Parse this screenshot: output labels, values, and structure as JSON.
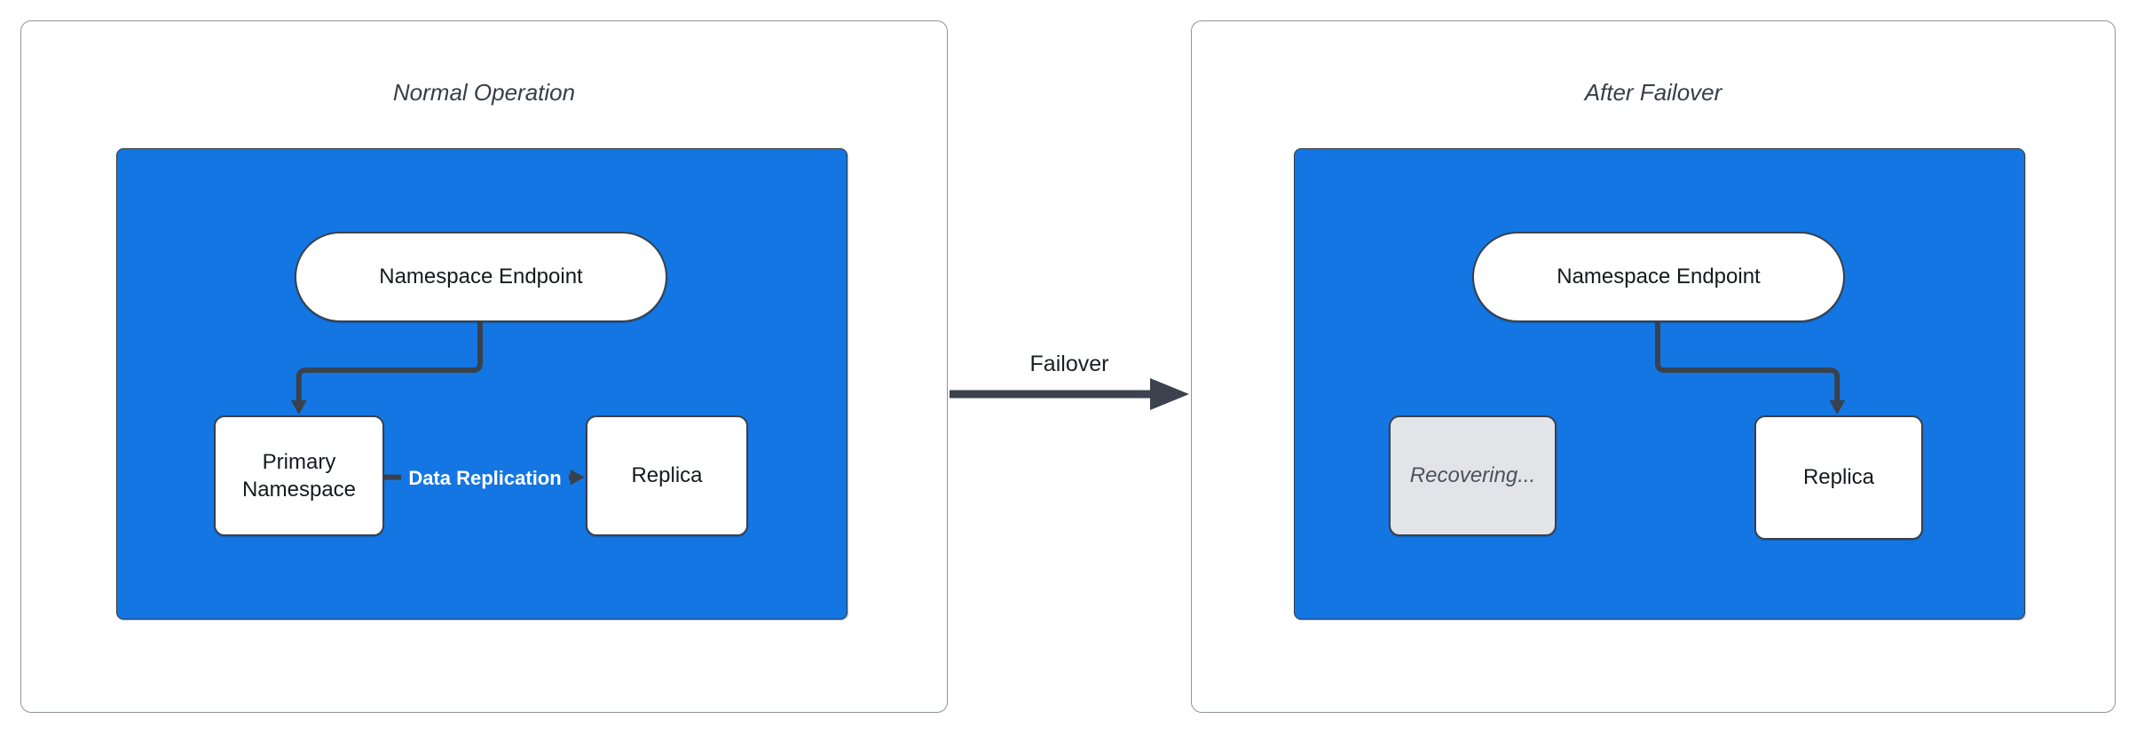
{
  "colors": {
    "cluster_blue": "#1476e2",
    "stroke_dark": "#39414c",
    "panel_border": "#8f959c",
    "node_fill": "#ffffff",
    "recovering_fill": "#e3e4e8",
    "recovering_text": "#4c525c",
    "edge_label_text": "#ffffff",
    "text_dark": "#16191d"
  },
  "panels": [
    {
      "title": "Normal Operation",
      "endpoint": "Namespace Endpoint",
      "primary": "Primary Namespace",
      "replica": "Replica",
      "edge_label": "Data Replication"
    },
    {
      "title": "After Failover",
      "endpoint": "Namespace Endpoint",
      "recovering": "Recovering...",
      "replica": "Replica"
    }
  ],
  "failover": {
    "label": "Failover"
  }
}
